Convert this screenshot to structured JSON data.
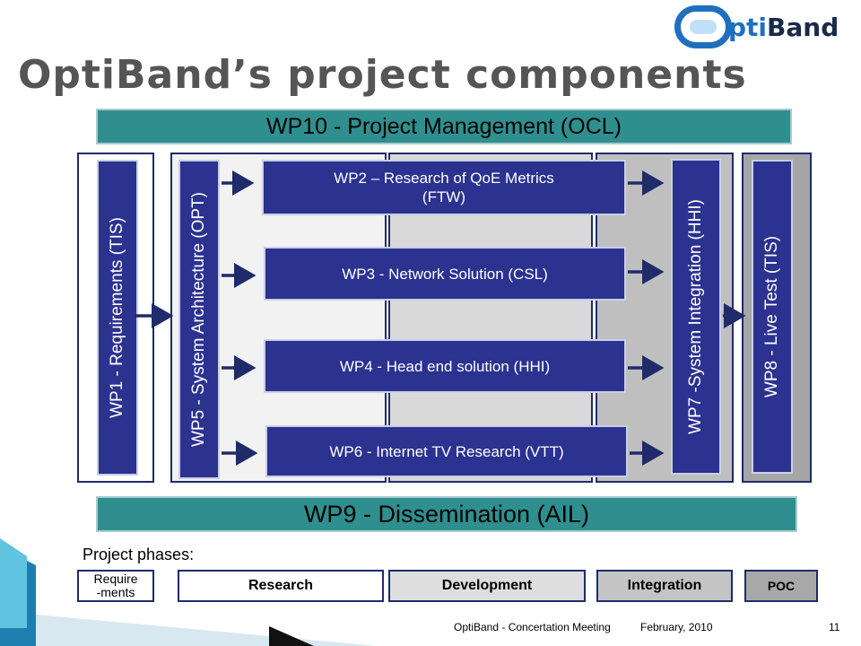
{
  "slide": {
    "title": "OptiBand’s project components",
    "logo": {
      "text_part1": "pti",
      "text_part2": "Band",
      "full": "OptiBand"
    },
    "wp10": "WP10 - Project Management (OCL)",
    "wp9": "WP9 - Dissemination (AIL)",
    "wp1": "WP1 - Requirements (TIS)",
    "wp5": "WP5 - System Architecture (OPT)",
    "wp2_line1": "WP2 – Research of QoE Metrics",
    "wp2_line2": "(FTW)",
    "wp3": "WP3 - Network Solution (CSL)",
    "wp4": "WP4 - Head end solution (HHI)",
    "wp6": "WP6 - Internet TV Research (VTT)",
    "wp7": "WP7 -System Integration (HHI)",
    "wp8": "WP8 - Live Test (TIS)",
    "phases_label": "Project phases:",
    "phases": {
      "requirements_line1": "Require",
      "requirements_line2": "-ments",
      "research": "Research",
      "development": "Development",
      "integration": "Integration",
      "poc": "POC"
    },
    "footer": {
      "left": "OptiBand - Concertation Meeting",
      "date": "February, 2010",
      "page": "11"
    },
    "colors": {
      "teal": "#2f8f8f",
      "navy": "#2b3290",
      "arrow": "#1f2b6b"
    }
  }
}
